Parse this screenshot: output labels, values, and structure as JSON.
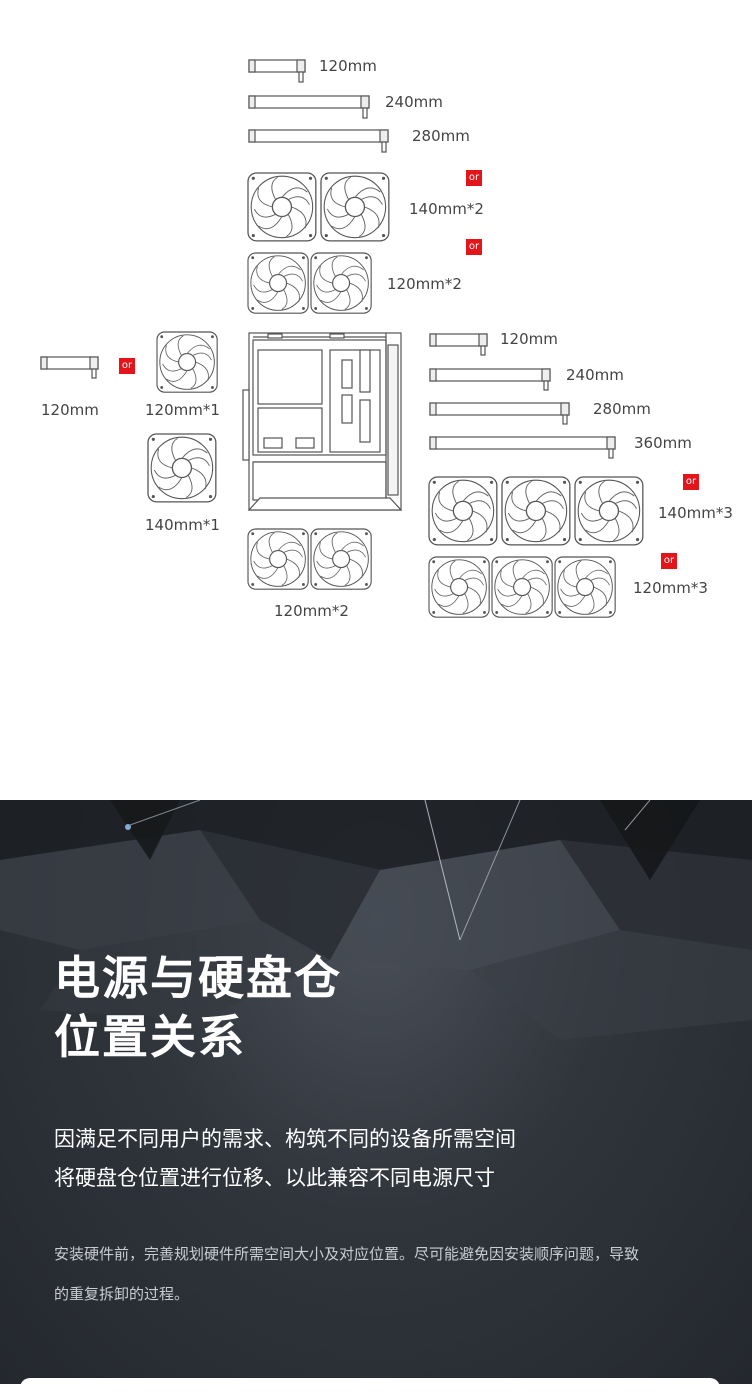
{
  "top_radiator": {
    "r120": "120mm",
    "r240": "240mm",
    "r280": "280mm",
    "fan140x2": "140mm*2",
    "fan120x2": "120mm*2",
    "or": "or"
  },
  "rear": {
    "radiator": "120mm",
    "fan120x1": "120mm*1",
    "fan140x1": "140mm*1",
    "or": "or"
  },
  "bottom": {
    "fan120x2": "120mm*2"
  },
  "front": {
    "r120": "120mm",
    "r240": "240mm",
    "r280": "280mm",
    "r360": "360mm",
    "fan140x3": "140mm*3",
    "fan120x3": "120mm*3",
    "or": "or"
  },
  "section": {
    "title_line1": "电源与硬盘仓",
    "title_line2": "位置关系",
    "subtitle_line1": "因满足不同用户的需求、构筑不同的设备所需空间",
    "subtitle_line2": "将硬盘仓位置进行位移、以此兼容不同电源尺寸",
    "note_line1": "安装硬件前，完善规划硬件所需空间大小及对应位置。尽可能避免因安装顺序问题，导致",
    "note_line2": "的重复拆卸的过程。"
  },
  "colors": {
    "or_badge": "#e3141a",
    "dark_bg": "#2d3137",
    "line_art": "#444444"
  }
}
